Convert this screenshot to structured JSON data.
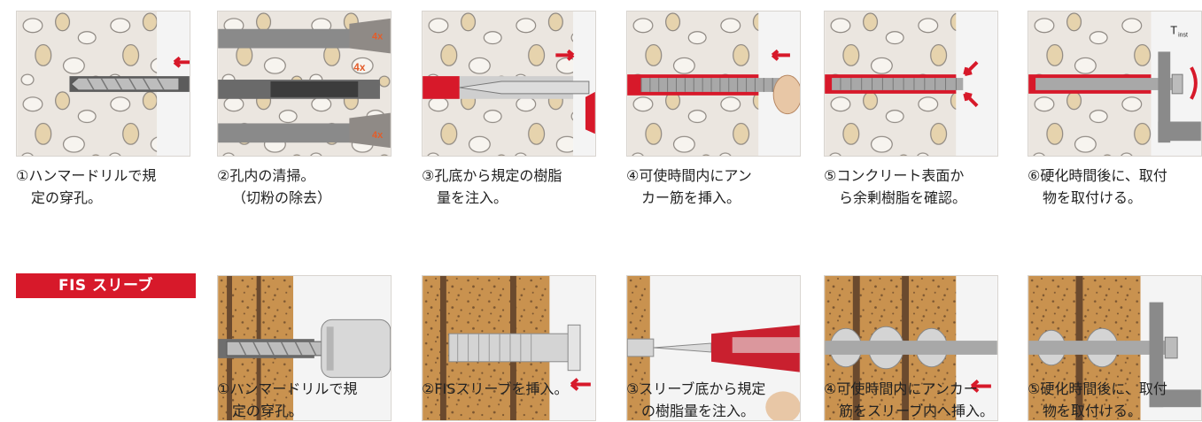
{
  "colors": {
    "accent": "#d7192a",
    "concrete": "#e7e2dc",
    "brick": "#c88a4a",
    "wall_dark": "#6b4a2e"
  },
  "sleeve_badge": "FIS スリーブ",
  "top_panel_label": "T",
  "top_panel_sub": "inst",
  "top_steps": [
    {
      "line1": "①ハンマードリルで規",
      "line2": "定の穿孔。"
    },
    {
      "line1": "②孔内の清掃。",
      "line2": "（切粉の除去）"
    },
    {
      "line1": "③孔底から規定の樹脂",
      "line2": "量を注入。"
    },
    {
      "line1": "④可使時間内にアン",
      "line2": "カー筋を挿入。"
    },
    {
      "line1": "⑤コンクリート表面か",
      "line2": "ら余剰樹脂を確認。"
    },
    {
      "line1": "⑥硬化時間後に、取付",
      "line2": "物を取付ける。"
    }
  ],
  "cleaning_marks": [
    "4x",
    "4x",
    "4x"
  ],
  "bottom_steps": [
    {
      "line1": "①ハンマードリルで規",
      "line2": "定の穿孔。"
    },
    {
      "line1": "②FISスリーブを挿入。",
      "line2": ""
    },
    {
      "line1": "③スリーブ底から規定",
      "line2": "の樹脂量を注入。"
    },
    {
      "line1": "④可使時間内にアンカー",
      "line2": "筋をスリーブ内へ挿入。"
    },
    {
      "line1": "⑤硬化時間後に、取付",
      "line2": "物を取付ける。"
    }
  ]
}
